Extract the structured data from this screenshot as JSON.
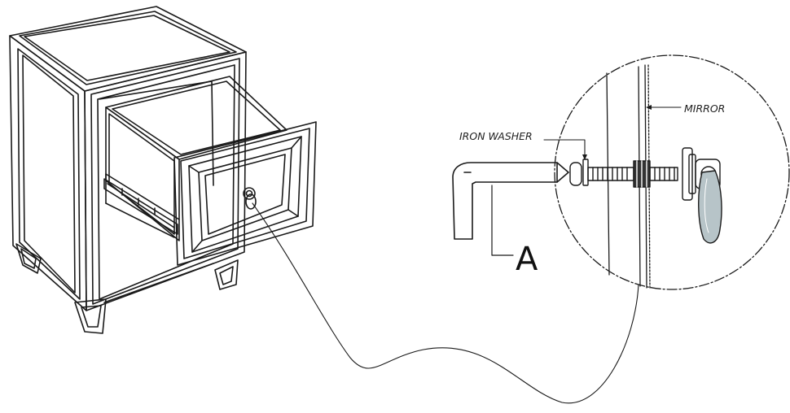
{
  "labels": {
    "iron_washer": "IRON WASHER",
    "mirror": "MIRROR",
    "allen_key": "A"
  },
  "colors": {
    "line": "#1a1a1a",
    "handle_fill": "#b7c4c8",
    "background": "#ffffff"
  },
  "icons": {
    "nightstand": "nightstand-drawing",
    "allen_key": "allen-key-drawing",
    "hardware": "drawer-pull-assembly-detail"
  }
}
